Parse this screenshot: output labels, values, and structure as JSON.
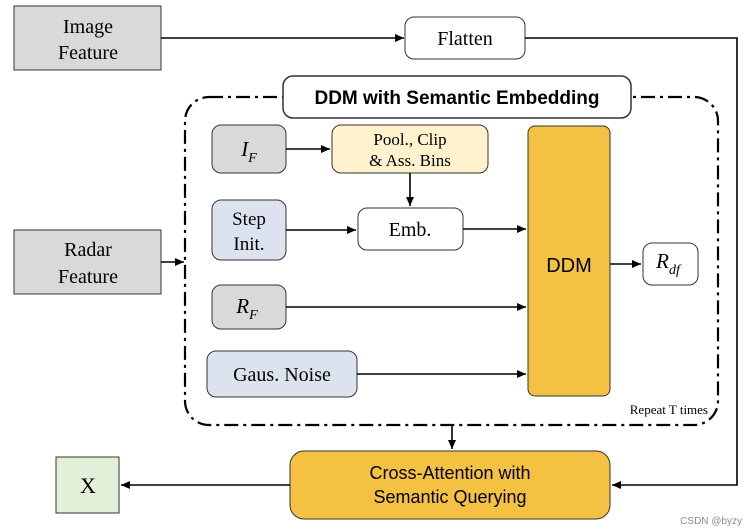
{
  "diagram": {
    "image_feature": {
      "line1": "Image",
      "line2": "Feature"
    },
    "flatten": "Flatten",
    "group_title": "DDM with Semantic Embedding",
    "i_f": {
      "main": "I",
      "sub": "F"
    },
    "pool": {
      "line1": "Pool., Clip",
      "line2": "& Ass. Bins"
    },
    "step_init": {
      "line1": "Step",
      "line2": "Init."
    },
    "emb": "Emb.",
    "ddm": "DDM",
    "r_df": {
      "main": "R",
      "sub": "df"
    },
    "radar_feature": {
      "line1": "Radar",
      "line2": "Feature"
    },
    "r_f": {
      "main": "R",
      "sub": "F"
    },
    "gaus_noise": "Gaus. Noise",
    "repeat": "Repeat T times",
    "cross_attention": {
      "line1": "Cross-Attention with",
      "line2": "Semantic Querying"
    },
    "output": "X",
    "watermark": "CSDN @byzy"
  }
}
